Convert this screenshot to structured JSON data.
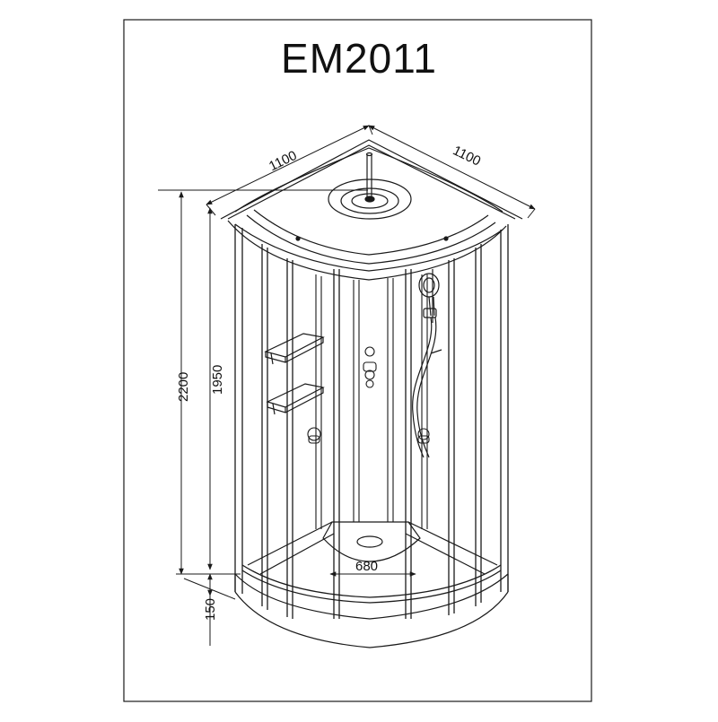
{
  "title": "EM2011",
  "dimensions": {
    "width_left": "1100",
    "width_right": "1100",
    "total_height": "2200",
    "cabin_height": "1950",
    "tray_height": "150",
    "door_opening": "680"
  },
  "colors": {
    "line": "#1a1a1a",
    "background": "#ffffff"
  }
}
